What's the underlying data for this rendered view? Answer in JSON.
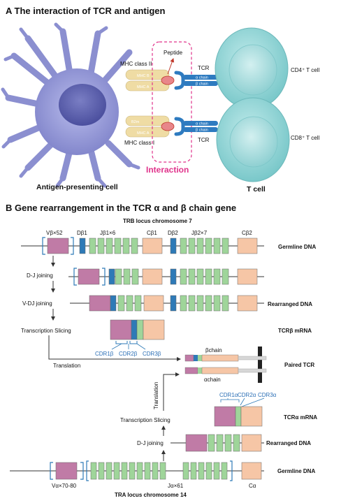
{
  "panelA": {
    "title": "A  The interaction of TCR and antigen",
    "peptide": "Peptide",
    "mhc_class_ii": "MHC class II",
    "mhc_class_i": "MHC class I",
    "mhc_b": "MHC B",
    "mhc_a_top": "MHC A",
    "b2m": "B2m",
    "mhc_a_bottom": "MHC A",
    "tcr_top": "TCR",
    "tcr_bottom": "TCR",
    "alpha_chain_top": "α chain",
    "beta_chain_top": "β chain",
    "alpha_chain_bottom": "α chain",
    "beta_chain_bottom": "β chain",
    "cd4_cell": "CD4⁺ T cell",
    "cd8_cell": "CD8⁺ T cell",
    "interaction": "Interaction",
    "apc_label": "Antigen-presenting cell",
    "t_cell": "T cell",
    "colors": {
      "apc": "#8b8fd0",
      "tcell": "#8fd3d3",
      "interaction": "#e0338b",
      "tcr": "#2e7bc0",
      "mhc": "#efdca4"
    }
  },
  "panelB": {
    "title": "B  Gene rearrangement in the TCR α and β chain gene",
    "trb_title": "TRB locus chromosome 7",
    "v_beta": "Vβ×52",
    "d_beta1": "Dβ1",
    "j_beta1": "Jβ1×6",
    "c_beta1": "Cβ1",
    "d_beta2": "Dβ2",
    "j_beta2": "Jβ2×7",
    "c_beta2": "Cβ2",
    "germline_beta": "Germline DNA",
    "dj_joining_beta": "D-J joining",
    "vdj_joining": "V-DJ joining",
    "rearranged_beta": "Rearranged DNA",
    "transcription_slicing_beta": "Transcription  Slicing",
    "tcrb_mrna": "TCRβ mRNA",
    "cdr1b": "CDR1β",
    "cdr2b": "CDR2β",
    "cdr3b": "CDR3β",
    "translation_beta": "Translation",
    "beta_chain": "βchain",
    "alpha_chain": "αchain",
    "paired_tcr": "Paired TCR",
    "translation_alpha": "Translation",
    "cdr1a": "CDR1α",
    "cdr2a": "CDR2α",
    "cdr3a": "CDR3α",
    "transcription_slicing_alpha": "Transcription  Slicing",
    "tcra_mrna": "TCRα mRNA",
    "dj_joining_alpha": "D-J joining",
    "rearranged_alpha": "Rearranged DNA",
    "germline_alpha": "Germline DNA",
    "v_alpha": "Vα×70-80",
    "j_alpha": "Jα×61",
    "c_alpha": "Cα",
    "tra_title": "TRA locus chromosome 14",
    "colors": {
      "v": "#c07ba6",
      "d": "#2e7ab7",
      "j": "#9fd59a",
      "c": "#f6c6a6",
      "bracket": "#2e7ab7",
      "membrane": "#222222"
    }
  }
}
